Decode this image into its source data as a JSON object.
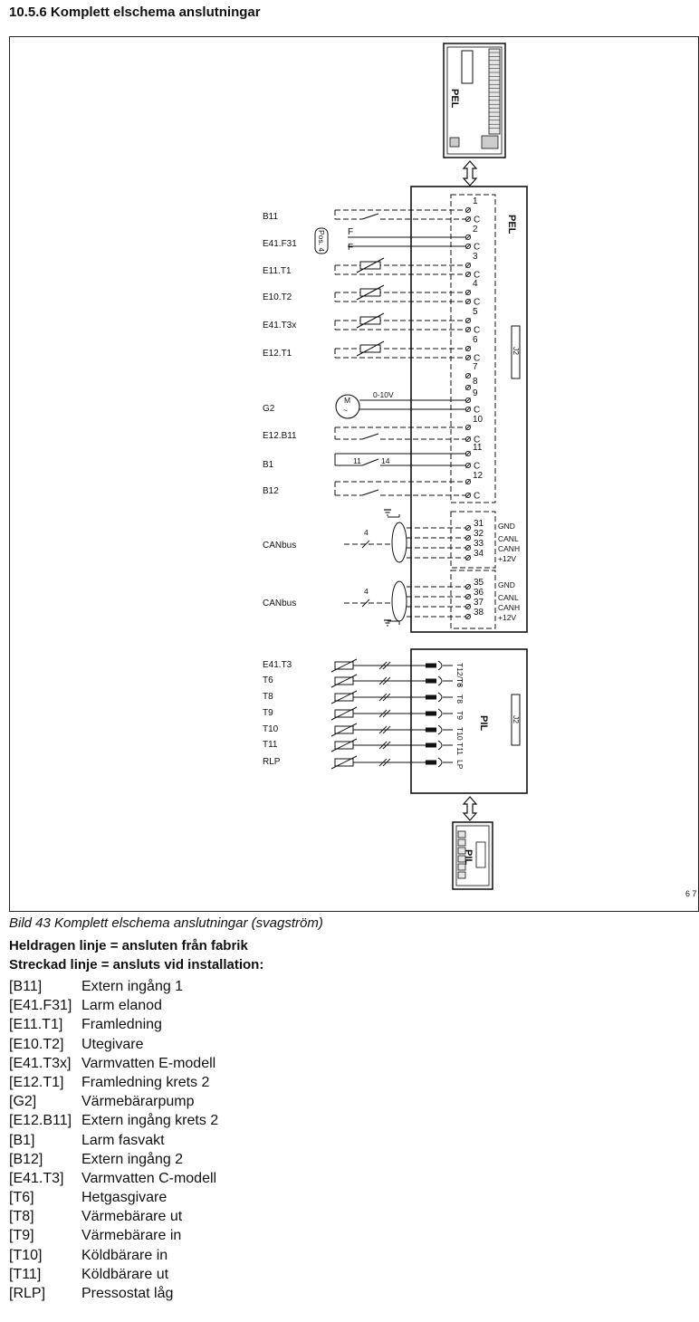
{
  "heading": "10.5.6  Komplett elschema anslutningar",
  "diagram": {
    "module_pel": "PEL",
    "module_pil": "PIL",
    "panel_ref": "J2",
    "signal_0_10v": "0-10V",
    "pos_marker": "Pos. 4",
    "pole_count": "4",
    "f_mark": "F",
    "b1_terminal_a": "11",
    "b1_terminal_b": "14",
    "pel_inputs": [
      {
        "label": "B11",
        "terminal": "1"
      },
      {
        "label": "E41.F31",
        "terminal": "2"
      },
      {
        "label": "E11.T1",
        "terminal": "3"
      },
      {
        "label": "E10.T2",
        "terminal": "4"
      },
      {
        "label": "E41.T3x",
        "terminal": "5"
      },
      {
        "label": "E12.T1",
        "terminal": "6"
      },
      {
        "label": "",
        "terminal": "7"
      },
      {
        "label": "",
        "terminal": "8"
      },
      {
        "label": "G2",
        "terminal": "9"
      },
      {
        "label": "",
        "terminal": "10"
      },
      {
        "label": "E12.B11",
        "terminal": ""
      },
      {
        "label": "B1",
        "terminal": "11"
      },
      {
        "label": "B12",
        "terminal": "12"
      }
    ],
    "common_terminal": "C",
    "can_groups": [
      {
        "label": "CANbus",
        "terminals": [
          "31",
          "32",
          "33",
          "34"
        ],
        "signals": [
          "GND",
          "CANL",
          "CANH",
          "+12V"
        ]
      },
      {
        "label": "CANbus",
        "terminals": [
          "35",
          "36",
          "37",
          "38"
        ],
        "signals": [
          "GND",
          "CANL",
          "CANH",
          "+12V"
        ]
      }
    ],
    "pil_sensors": [
      {
        "label": "E41.T3",
        "terminal": "T12/T3"
      },
      {
        "label": "T6",
        "terminal": "T6"
      },
      {
        "label": "T8",
        "terminal": "T8"
      },
      {
        "label": "T9",
        "terminal": "T9"
      },
      {
        "label": "T10",
        "terminal": "T10"
      },
      {
        "label": "T11",
        "terminal": "T11"
      },
      {
        "label": "RLP",
        "terminal": "LP"
      }
    ],
    "figure_id": "6 7"
  },
  "caption": "Bild 43  Komplett elschema anslutningar (svagström)",
  "legend_solid": "Heldragen linje = ansluten från fabrik",
  "legend_dashed": "Streckad linje = ansluts vid installation:",
  "legend": [
    {
      "code": "[B11]",
      "desc": "Extern ingång 1"
    },
    {
      "code": "[E41.F31]",
      "desc": "Larm elanod"
    },
    {
      "code": "[E11.T1]",
      "desc": "Framledning"
    },
    {
      "code": "[E10.T2]",
      "desc": "Utegivare"
    },
    {
      "code": "[E41.T3x]",
      "desc": "Varmvatten E-modell"
    },
    {
      "code": "[E12.T1]",
      "desc": "Framledning krets 2"
    },
    {
      "code": "[G2]",
      "desc": "Värmebärarpump"
    },
    {
      "code": "[E12.B11]",
      "desc": "Extern ingång krets 2"
    },
    {
      "code": "[B1]",
      "desc": "Larm fasvakt"
    },
    {
      "code": "[B12]",
      "desc": "Extern ingång 2"
    },
    {
      "code": "[E41.T3]",
      "desc": "Varmvatten C-modell"
    },
    {
      "code": "[T6]",
      "desc": "Hetgasgivare"
    },
    {
      "code": "[T8]",
      "desc": "Värmebärare ut"
    },
    {
      "code": "[T9]",
      "desc": "Värmebärare in"
    },
    {
      "code": "[T10]",
      "desc": "Köldbärare in"
    },
    {
      "code": "[T11]",
      "desc": "Köldbärare ut"
    },
    {
      "code": "[RLP]",
      "desc": "Pressostat låg"
    }
  ]
}
